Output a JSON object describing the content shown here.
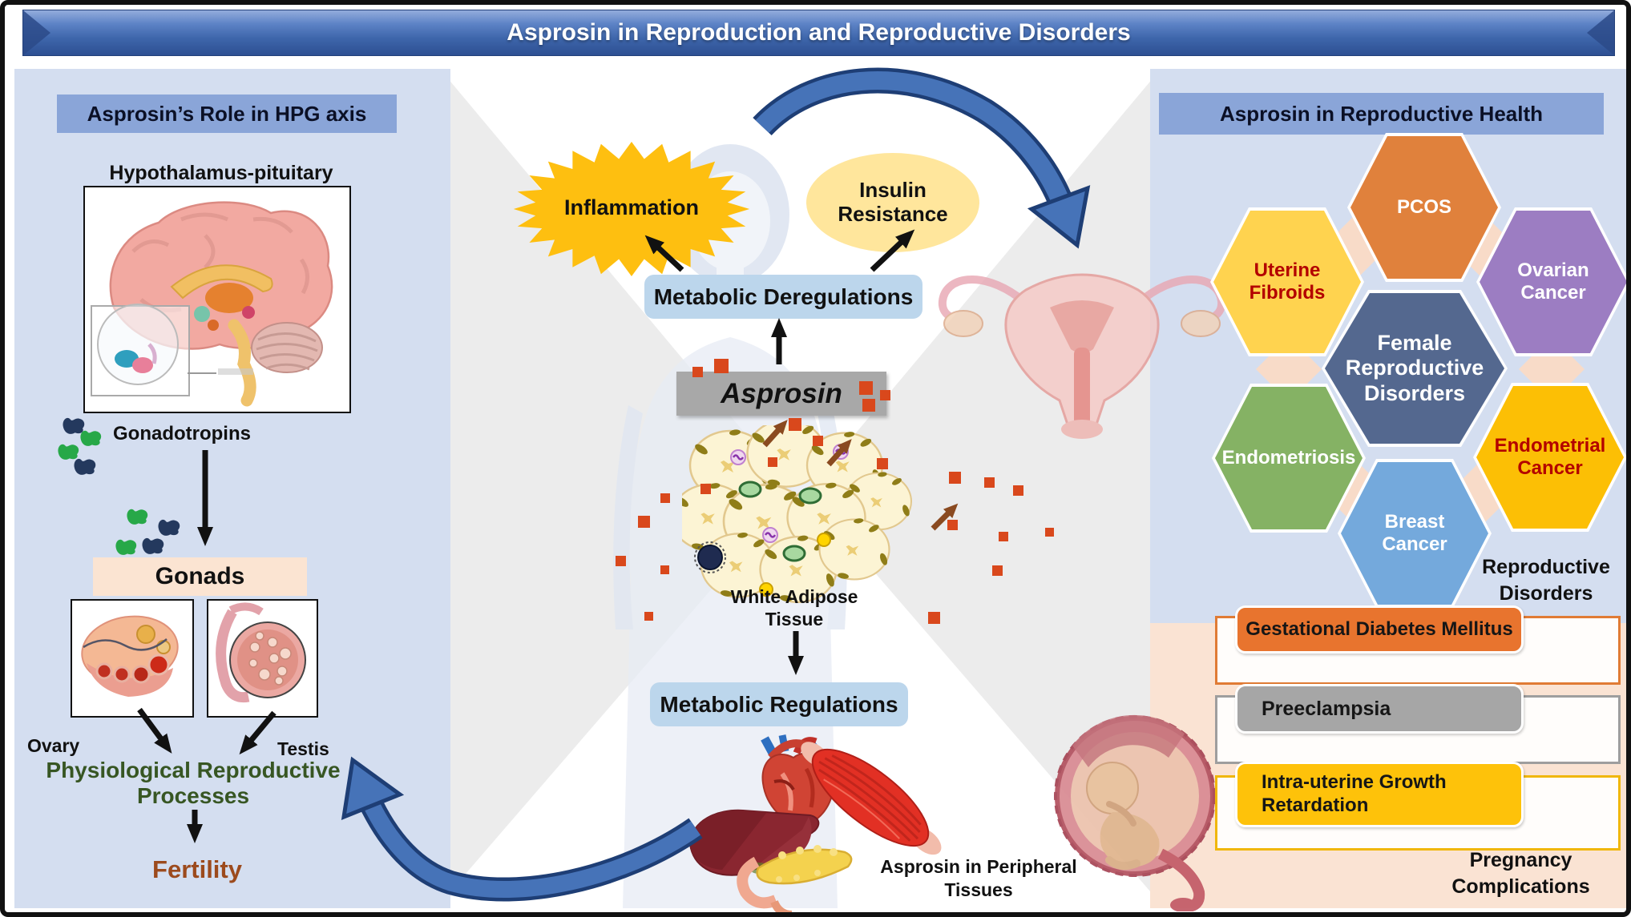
{
  "title": "Asprosin in Reproduction and Reproductive Disorders",
  "left_panel": {
    "header": "Asprosin’s Role in HPG axis",
    "hypothalamus_label": "Hypothalamus-pituitary",
    "gonadotropins_label": "Gonadotropins",
    "gonads_label": "Gonads",
    "ovary_label": "Ovary",
    "testis_label": "Testis",
    "processes_label": "Physiological Reproductive Processes",
    "fertility_label": "Fertility"
  },
  "center": {
    "inflammation_label": "Inflammation",
    "insulin_resistance_label": "Insulin Resistance",
    "metabolic_deregulations_label": "Metabolic Deregulations",
    "asprosin_label": "Asprosin",
    "white_adipose_label": "White Adipose Tissue",
    "metabolic_regulations_label": "Metabolic Regulations",
    "peripheral_label": "Asprosin in Peripheral Tissues"
  },
  "right_panel": {
    "header": "Asprosin in Reproductive Health",
    "hexagons": [
      {
        "label": "PCOS",
        "fill": "#e0813c",
        "text": "#ffffff"
      },
      {
        "label": "Uterine Fibroids",
        "fill": "#ffd34f",
        "text": "#b30000"
      },
      {
        "label": "Ovarian Cancer",
        "fill": "#9c7dc2",
        "text": "#ffffff"
      },
      {
        "label": "Female Reproductive Disorders",
        "fill": "#54688f",
        "text": "#ffffff"
      },
      {
        "label": "Endometriosis",
        "fill": "#85b264",
        "text": "#ffffff"
      },
      {
        "label": "Endometrial Cancer",
        "fill": "#fcbf05",
        "text": "#b30000"
      },
      {
        "label": "Breast Cancer",
        "fill": "#74a9dc",
        "text": "#ffffff"
      }
    ],
    "cluster_caption": "Reproductive Disorders"
  },
  "pregnancy_panel": {
    "items": [
      {
        "label": "Gestational Diabetes Mellitus",
        "fill": "#e8742e",
        "border": "#e07b35"
      },
      {
        "label": "Preeclampsia",
        "fill": "#a6a6a6",
        "border": "#9e9e9e"
      },
      {
        "label": "Intra-uterine Growth Retardation",
        "fill": "#fec20a",
        "border": "#f0b70a"
      }
    ],
    "caption": "Pregnancy Complications"
  },
  "icons": {
    "inflammation-starburst-icon": "24-point gold star burst",
    "gonadotropin-icon": "small navy/green hormone blob",
    "asprosin-square-icon": "small orange-red square",
    "curved-arrow-icon": "thick blue curved arrow",
    "straight-arrow-icon": "black straight arrow"
  },
  "colors": {
    "banner_blue": "#3e66ab",
    "panel_blue": "#d4def0",
    "header_bar_blue": "#8aa5d8",
    "panel_peach": "#fae3d3",
    "process_box_blue": "#bcd6ec",
    "asprosin_gray": "#a8a8a8",
    "starburst_gold": "#febf10",
    "ellipse_yellow": "#ffe69c",
    "arrow_blue": "#4673b8",
    "square_red": "#d9481c",
    "green_text": "#375623",
    "brown_text": "#9c4a1d",
    "dark_red_text": "#b30000"
  }
}
